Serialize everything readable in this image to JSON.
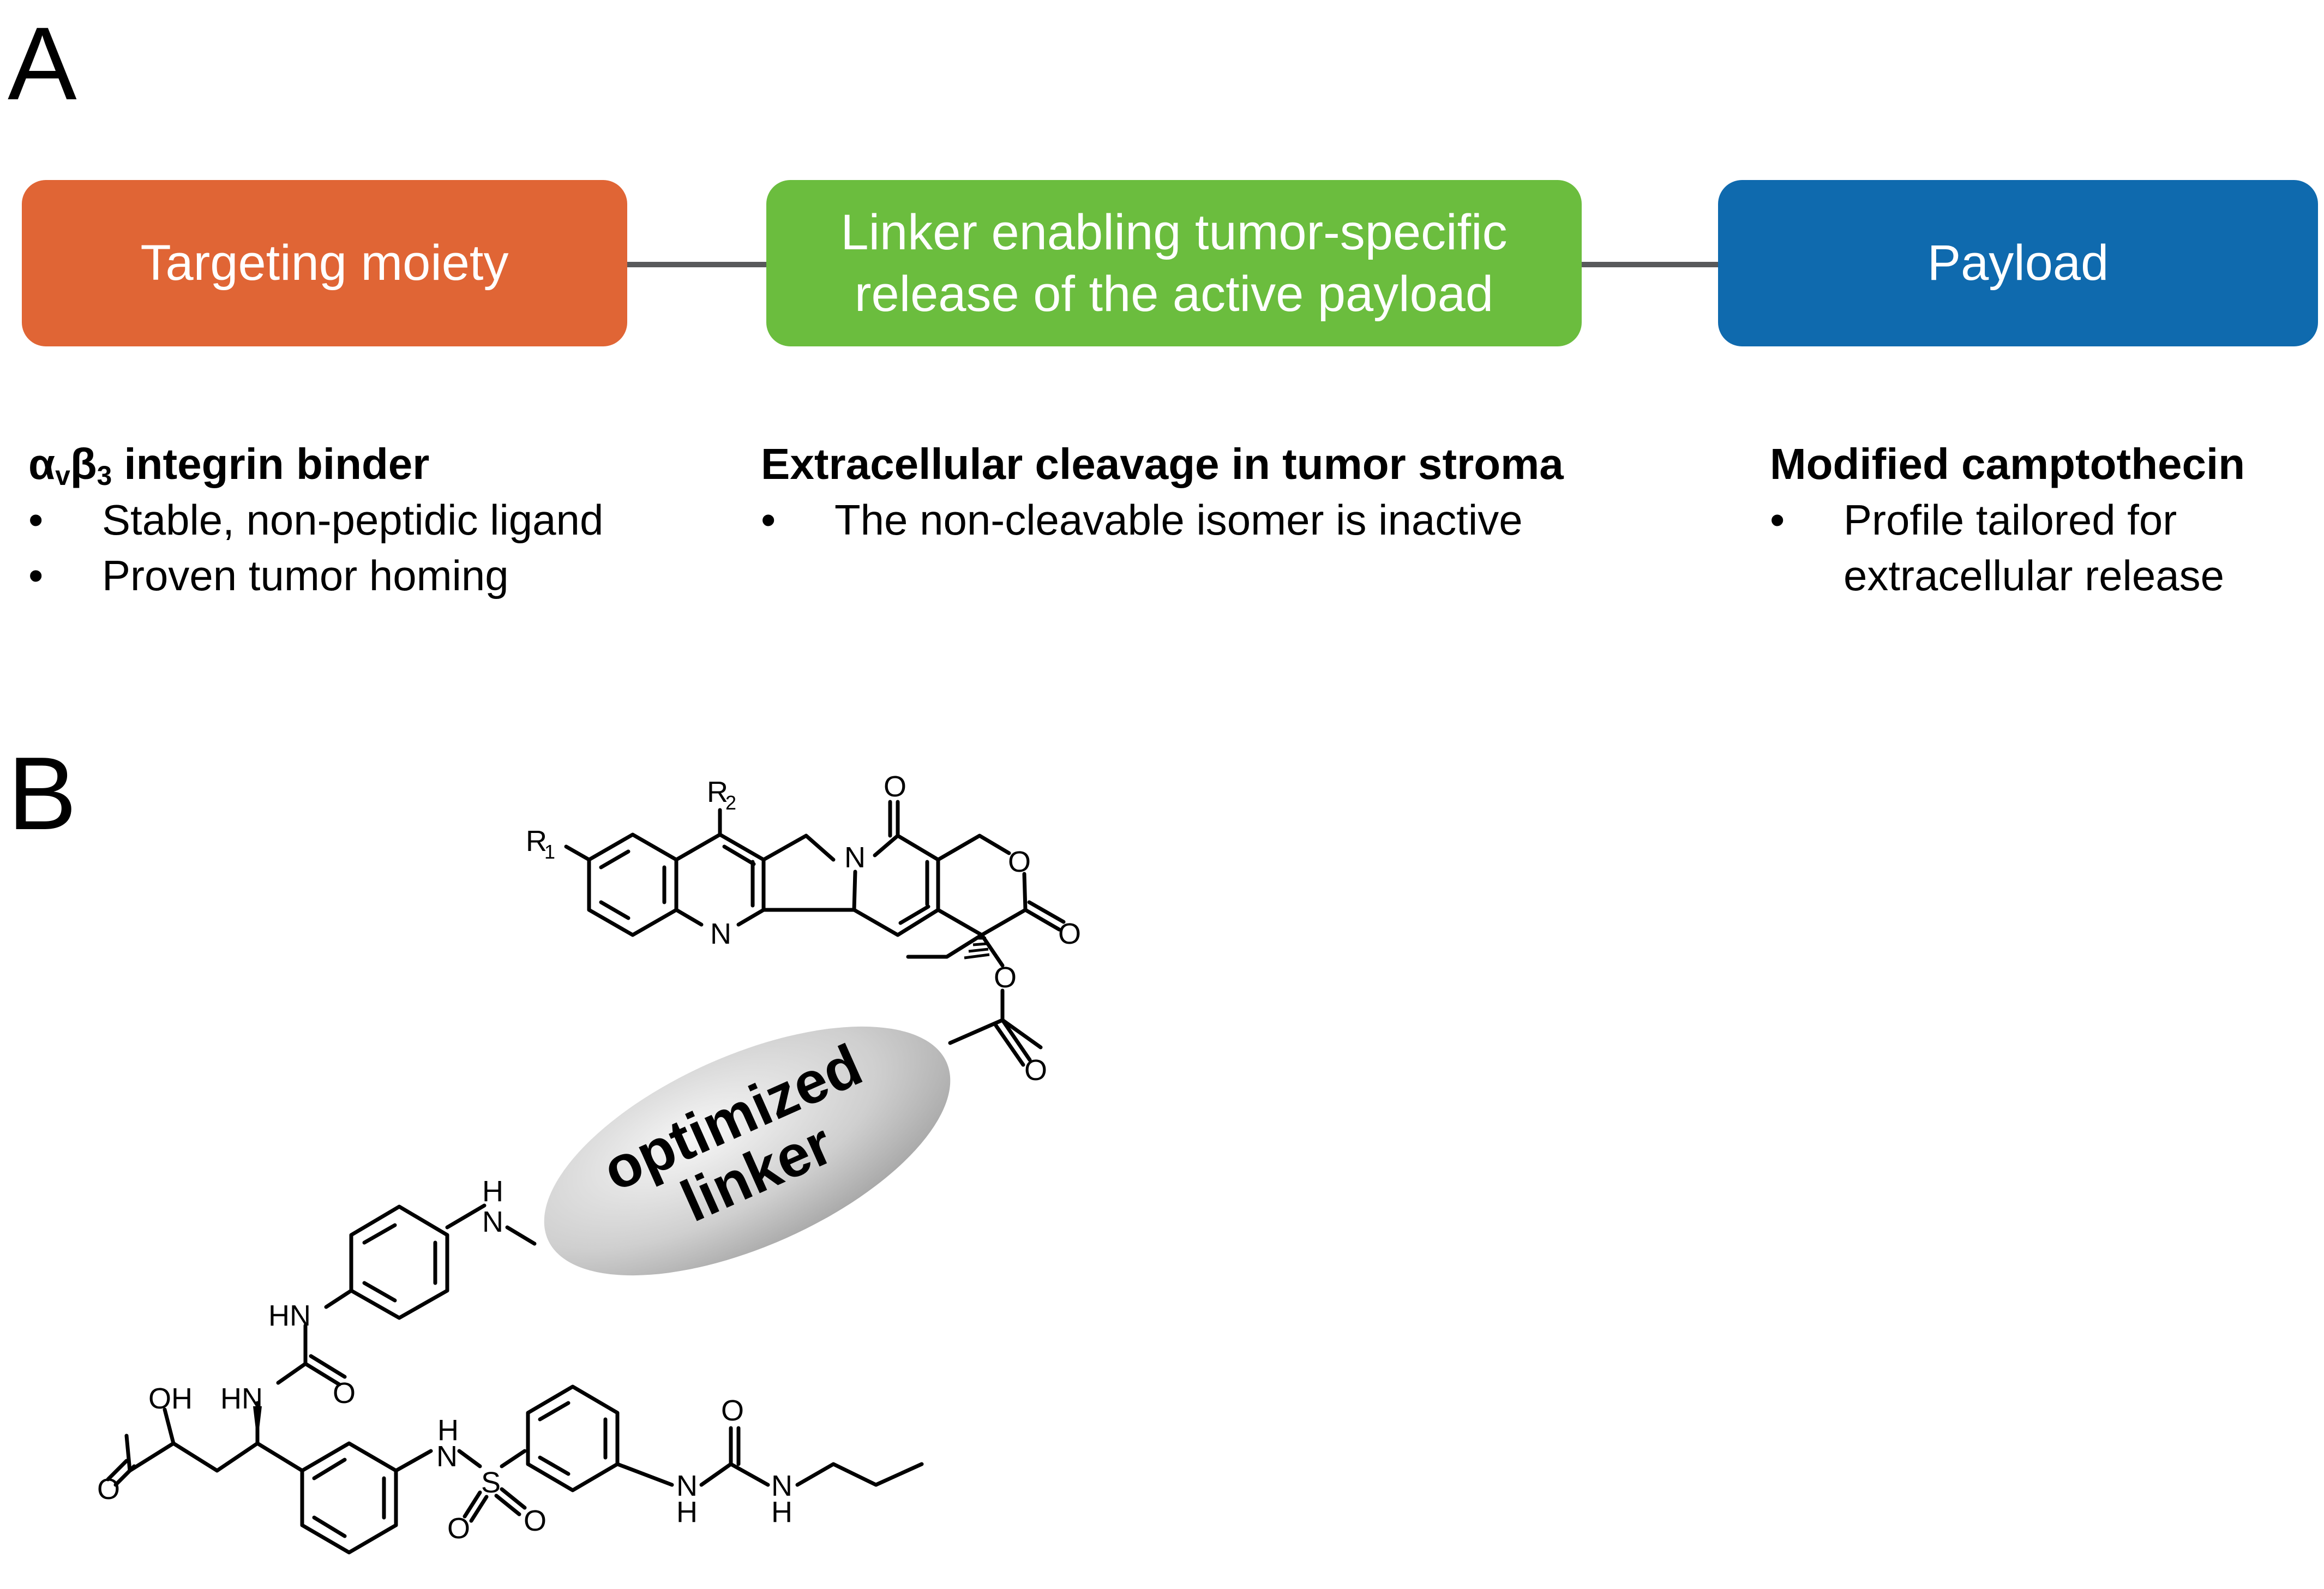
{
  "panels": {
    "a": "A",
    "b": "B"
  },
  "boxes": {
    "targeting": {
      "label": "Targeting moiety",
      "color": "#e06535"
    },
    "linker": {
      "line1": "Linker enabling tumor-specific",
      "line2": "release of the active payload",
      "color": "#6bbd3e"
    },
    "payload": {
      "label": "Payload",
      "color": "#0f6aae"
    }
  },
  "features": {
    "targeting": {
      "heading_alpha": "α",
      "heading_v": "v",
      "heading_beta": "β",
      "heading_3": "3",
      "heading_rest": " integrin binder",
      "bullets": [
        "Stable, non-peptidic ligand",
        "Proven tumor homing"
      ]
    },
    "linker": {
      "heading": "Extracellular cleavage in tumor stroma",
      "bullets": [
        "The non-cleavable isomer is inactive"
      ]
    },
    "payload": {
      "heading": "Modified camptothecin",
      "bullets": [
        "Profile tailored for extracellular release"
      ]
    }
  },
  "bullet_glyph": "•",
  "structure": {
    "ellipse_line1": "optimized",
    "ellipse_line2": "linker",
    "labels": {
      "R1": "R",
      "R1_sub": "1",
      "R2": "R",
      "R2_sub": "2",
      "N": "N",
      "O": "O",
      "H": "H",
      "S": "S",
      "HN": "HN",
      "OH": "OH"
    }
  }
}
